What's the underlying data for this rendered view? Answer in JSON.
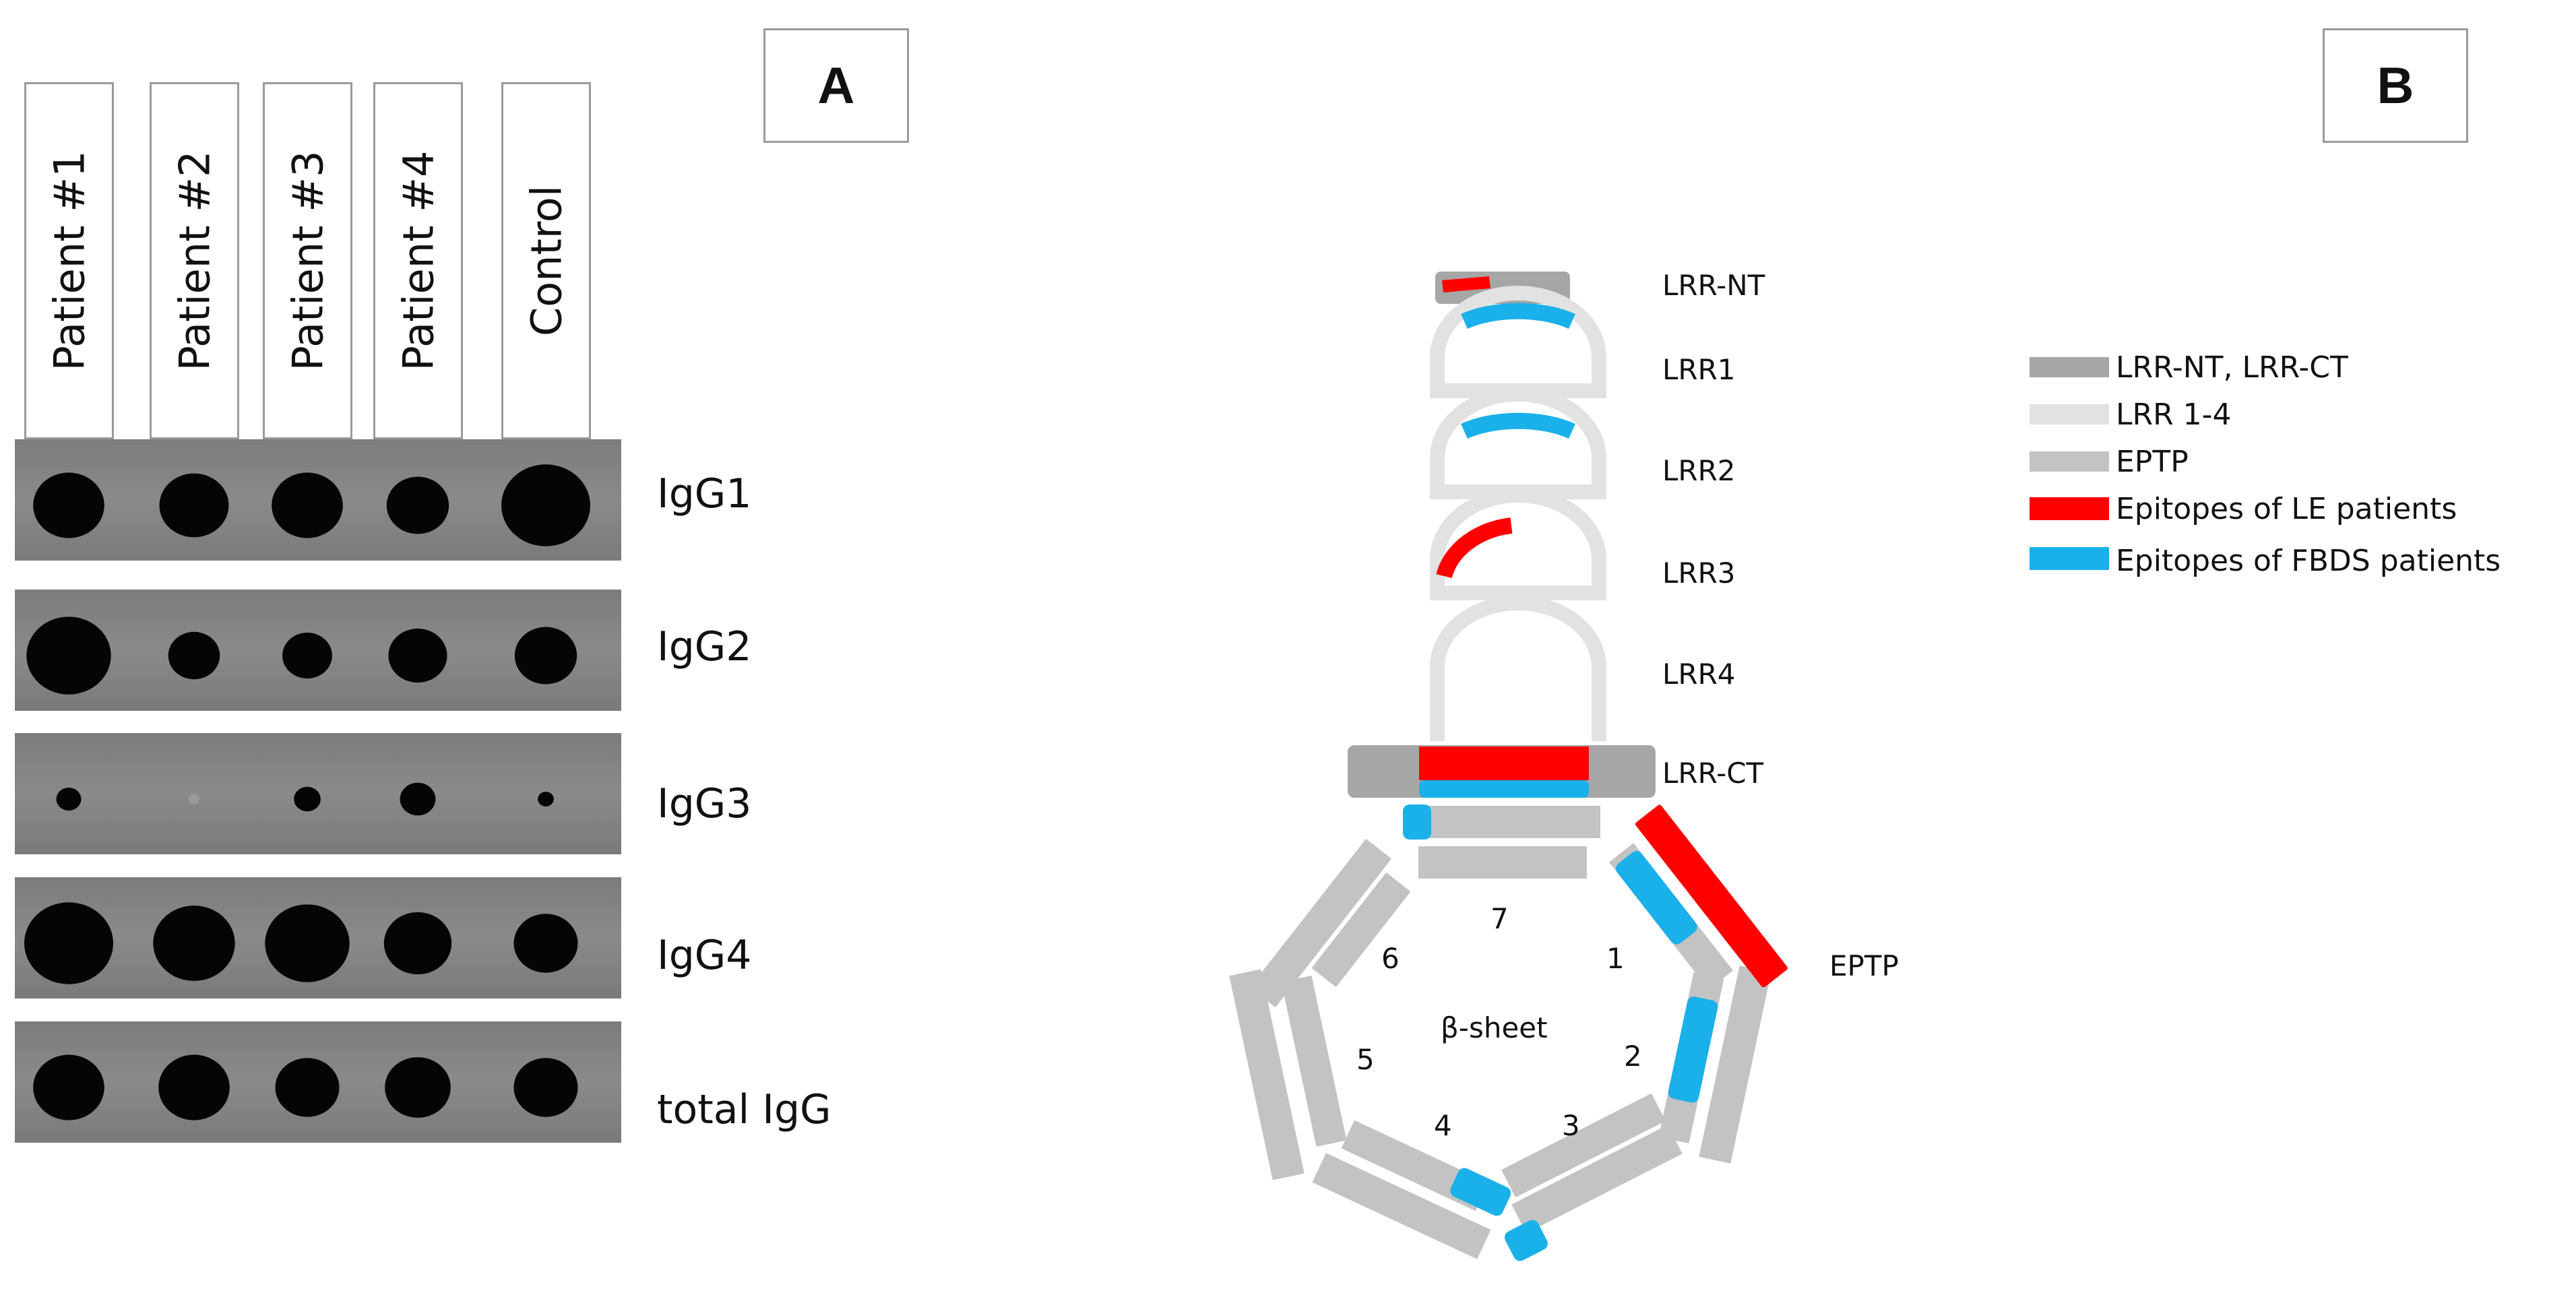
{
  "panel_a": {
    "label": "A",
    "columns": [
      "Patient #1",
      "Patient #2",
      "Patient #3",
      "Patient #4",
      "Control"
    ],
    "rows": [
      {
        "label": "IgG1",
        "dots": [
          0.8,
          0.78,
          0.8,
          0.7,
          1.0
        ]
      },
      {
        "label": "IgG2",
        "dots": [
          0.95,
          0.58,
          0.56,
          0.66,
          0.7
        ]
      },
      {
        "label": "IgG3",
        "dots": [
          0.28,
          0.1,
          0.3,
          0.4,
          0.18
        ]
      },
      {
        "label": "IgG4",
        "dots": [
          1.0,
          0.92,
          0.95,
          0.76,
          0.72
        ]
      },
      {
        "label": "total IgG",
        "dots": [
          0.8,
          0.8,
          0.72,
          0.74,
          0.72
        ]
      }
    ]
  },
  "panel_b": {
    "label": "B",
    "domains": {
      "lrr_nt": "LRR-NT",
      "lrr1": "LRR1",
      "lrr2": "LRR2",
      "lrr3": "LRR3",
      "lrr4": "LRR4",
      "lrr_ct": "LRR-CT",
      "eptp": "EPTP",
      "beta_sheet": "β-sheet"
    },
    "blade_numbers": [
      "1",
      "2",
      "3",
      "4",
      "5",
      "6",
      "7"
    ],
    "legend": [
      {
        "label": "LRR-NT, LRR-CT",
        "color": "#a6a6a6"
      },
      {
        "label": "LRR 1-4",
        "color": "#e2e2e2"
      },
      {
        "label": "EPTP",
        "color": "#c3c3c3"
      },
      {
        "label": "Epitopes of LE patients",
        "color": "#ff0000"
      },
      {
        "label": "Epitopes of FBDS patients",
        "color": "#1ab0ea"
      }
    ]
  }
}
